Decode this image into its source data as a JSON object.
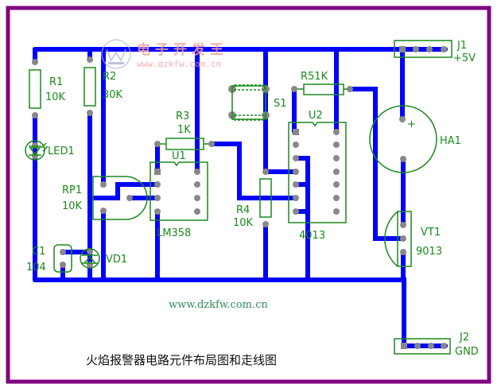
{
  "colors": {
    "border": "#800080",
    "trace": "#0000ff",
    "silkscreen": "#1a8a1a",
    "pad": "#888888",
    "watermark": "#f0a0a0",
    "url": "#2e8b57"
  },
  "watermark": {
    "logo_icon": "watermark-logo-icon",
    "site_name": "电子开发王",
    "url": "www.dzkfw.com.cn"
  },
  "components": {
    "r1": {
      "ref": "R1",
      "value": "10K"
    },
    "r2": {
      "ref": "R2",
      "value": "30K"
    },
    "r3": {
      "ref": "R3",
      "value": "1K"
    },
    "r4": {
      "ref": "R4",
      "value": "10K"
    },
    "r5": {
      "ref": "R5",
      "value": "1K",
      "label": "R51K"
    },
    "led1": {
      "ref": "LED1"
    },
    "rp1": {
      "ref": "RP1",
      "value": "10K"
    },
    "c1": {
      "ref": "C1",
      "value": "104"
    },
    "vd1": {
      "ref": "VD1"
    },
    "u1": {
      "ref": "U1",
      "value": "LM358"
    },
    "u2": {
      "ref": "U2",
      "value": "4013"
    },
    "s1": {
      "ref": "S1"
    },
    "ha1": {
      "ref": "HA1",
      "plus": "+"
    },
    "vt1": {
      "ref": "VT1",
      "value": "9013"
    },
    "j1": {
      "ref": "J1",
      "value": "+5V"
    },
    "j2": {
      "ref": "J2",
      "value": "GND"
    }
  },
  "footer_url": "www.dzkfw.com.cn",
  "caption": "火焰报警器电路元件布局图和走线图"
}
